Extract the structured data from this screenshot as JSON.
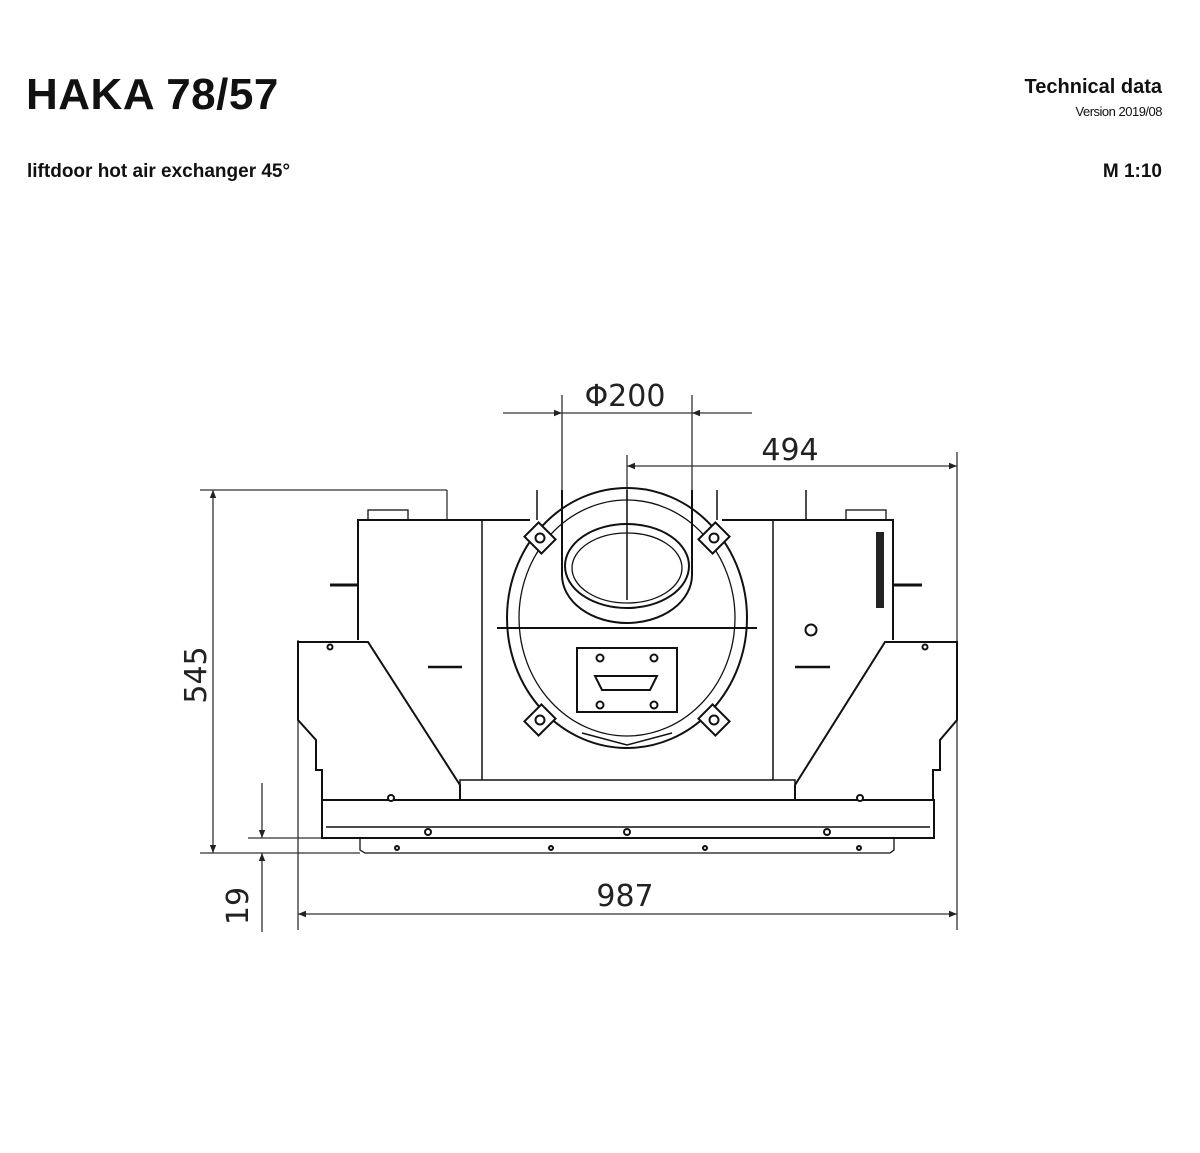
{
  "header": {
    "title": "HAKA 78/57",
    "subtitle": "liftdoor hot air exchanger 45°",
    "doc_type": "Technical data",
    "version": "Version 2019/08",
    "scale": "M 1:10"
  },
  "dimensions": {
    "diameter": "Φ200",
    "offset": "494",
    "height": "545",
    "gap": "19",
    "width": "987"
  }
}
